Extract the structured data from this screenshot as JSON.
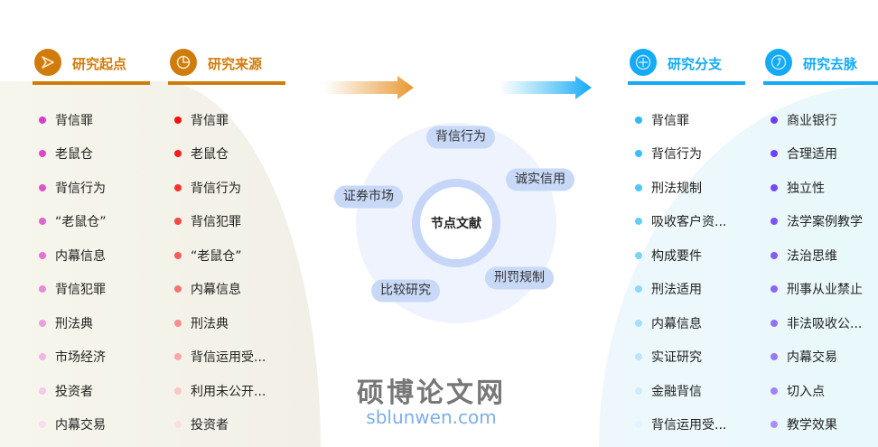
{
  "columns": [
    {
      "title": "研究起点",
      "color": "#d07c0c",
      "icon": "send-arrow-icon",
      "dots": [
        "#d93ec7",
        "#db48c9",
        "#de56cc",
        "#e064cf",
        "#e374d2",
        "#e88cd8",
        "#ec9fdd",
        "#f0b5e4",
        "#f5c9eb",
        "#f8dcf1"
      ],
      "items": [
        "背信罪",
        "老鼠仓",
        "背信行为",
        "“老鼠仓”",
        "内幕信息",
        "背信犯罪",
        "刑法典",
        "市场经济",
        "投资者",
        "内幕交易"
      ]
    },
    {
      "title": "研究来源",
      "color": "#d07c0c",
      "icon": "pie-chart-icon",
      "dots": [
        "#f50f0f",
        "#f51f1f",
        "#f53333",
        "#f54848",
        "#f55c5c",
        "#f57575",
        "#f78e8e",
        "#f9a8a8",
        "#fbc6c6",
        "#fcdede"
      ],
      "items": [
        "背信罪",
        "老鼠仓",
        "背信行为",
        "背信犯罪",
        "“老鼠仓”",
        "内幕信息",
        "刑法典",
        "背信运用受...",
        "利用未公开...",
        "投资者"
      ]
    },
    {
      "title": "研究分支",
      "color": "#14aaf5",
      "icon": "plus-circle-icon",
      "dots": [
        "#2fb8f5",
        "#3dbdf5",
        "#52c4f6",
        "#66cbf7",
        "#7bd2f8",
        "#8fd8f9",
        "#a4dffa",
        "#b8e6fb",
        "#cdedfc",
        "#e1f4fd"
      ],
      "items": [
        "背信罪",
        "背信行为",
        "刑法规制",
        "吸收客户资...",
        "构成要件",
        "刑法适用",
        "内幕信息",
        "实证研究",
        "金融背信",
        "背信运用受..."
      ]
    },
    {
      "title": "研究去脉",
      "color": "#14aaf5",
      "icon": "refresh-circle-icon",
      "dots": [
        "#6a3cf5",
        "#7042f5",
        "#7649f5",
        "#7d52f5",
        "#845bf5",
        "#8b65f5",
        "#926ff5",
        "#9979f5",
        "#a083f5",
        "#a78df5"
      ],
      "items": [
        "商业银行",
        "合理适用",
        "独立性",
        "法学案例教学",
        "法治思维",
        "刑事从业禁止",
        "非法吸收公...",
        "内幕交易",
        "切入点",
        "教学效果"
      ]
    }
  ],
  "center": {
    "title": "节点文献",
    "tags": [
      "背信行为",
      "诚实信用",
      "证券市场",
      "刑罚规制",
      "比较研究"
    ]
  },
  "watermark": {
    "name": "硕博论文网",
    "url": "sblunwen.com"
  }
}
